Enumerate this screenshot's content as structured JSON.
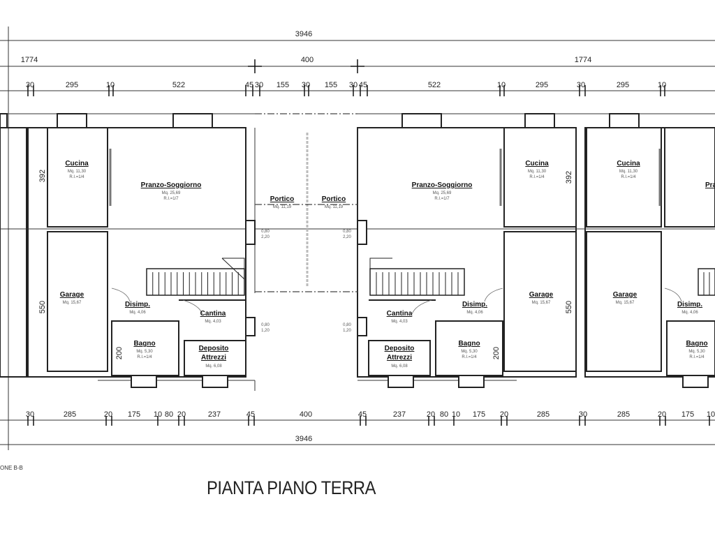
{
  "title": "PIANTA PIANO TERRA",
  "section_label": "ONE B-B",
  "overall_dims": {
    "top_total": "3946",
    "bottom_total": "3946",
    "left_unit": "1774",
    "porch": "400",
    "right_unit": "1774"
  },
  "top_dims": [
    "30",
    "295",
    "10",
    "522",
    "45",
    "30",
    "155",
    "30",
    "155",
    "30",
    "45",
    "522",
    "10",
    "295",
    "30",
    "295",
    "10"
  ],
  "bottom_dims": [
    "30",
    "285",
    "20",
    "175",
    "10",
    "80",
    "20",
    "237",
    "45",
    "400",
    "45",
    "237",
    "20",
    "80",
    "10",
    "175",
    "20",
    "285",
    "30",
    "285",
    "20",
    "175",
    "10"
  ],
  "vertical_dims": [
    "392",
    "550",
    "200",
    "200",
    "392",
    "550"
  ],
  "opening_dims": [
    "0,80",
    "2,20",
    "0,80",
    "2,20",
    "0,80",
    "1,20",
    "0,80",
    "1,20"
  ],
  "rooms": [
    {
      "name": "Cucina",
      "area": "Mq. 11,30",
      "ri": "R.I.=1/4"
    },
    {
      "name": "Pranzo-Soggiorno",
      "area": "Mq. 25,69",
      "ri": "R.I.=1/7"
    },
    {
      "name": "Portico",
      "area": "Mq. 11,19"
    },
    {
      "name": "Portico",
      "area": "Mq. 11,19"
    },
    {
      "name": "Garage",
      "area": "Mq. 15,67"
    },
    {
      "name": "Disimp.",
      "area": "Mq. 4,06"
    },
    {
      "name": "Cantina",
      "area": "Mq. 4,03"
    },
    {
      "name": "Bagno",
      "area": "Mq. 5,30",
      "ri": "R.I.=1/4"
    },
    {
      "name": "Deposito Attrezzi",
      "area": "Mq. 6,08"
    },
    {
      "name": "Pranzo-Soggiorno",
      "area": "Mq. 25,69",
      "ri": "R.I.=1/7"
    },
    {
      "name": "Cucina",
      "area": "Mq. 11,30",
      "ri": "R.I.=1/4"
    },
    {
      "name": "Garage",
      "area": "Mq. 15,67"
    },
    {
      "name": "Disimp.",
      "area": "Mq. 4,06"
    },
    {
      "name": "Cantina",
      "area": "Mq. 4,03"
    },
    {
      "name": "Bagno",
      "area": "Mq. 5,30",
      "ri": "R.I.=1/4"
    },
    {
      "name": "Deposito Attrezzi",
      "area": "Mq. 6,08"
    },
    {
      "name": "Cucina",
      "area": "Mq. 11,30",
      "ri": "R.I.=1/4"
    },
    {
      "name": "Garage",
      "area": "Mq. 15,67"
    },
    {
      "name": "Disimp.",
      "area": "Mq. 4,06"
    },
    {
      "name": "Bagno",
      "area": "Mq. 5,30",
      "ri": "R.I.=1/4"
    },
    {
      "name": "Pra"
    }
  ]
}
